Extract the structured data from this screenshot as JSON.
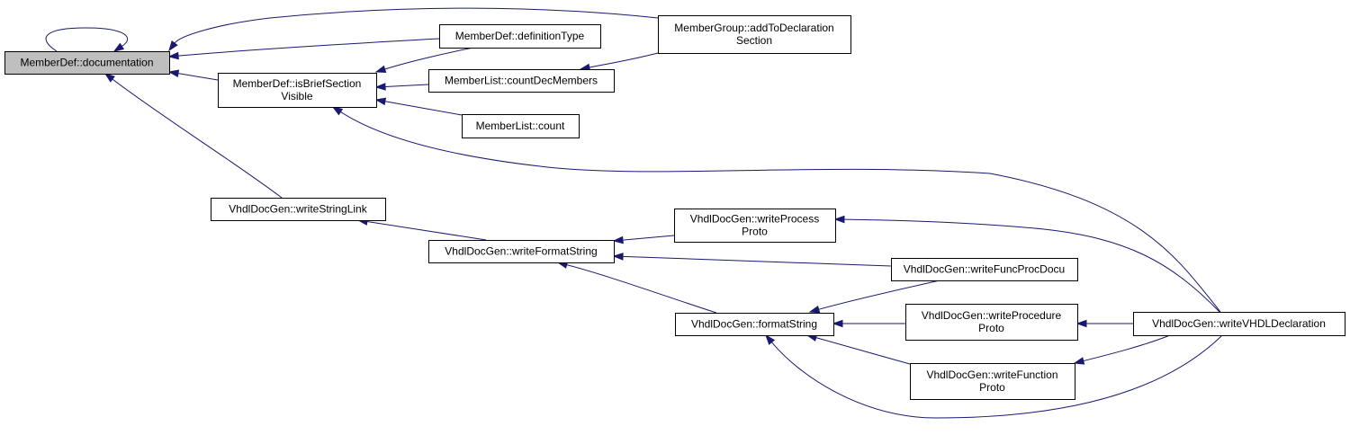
{
  "graph": {
    "colors": {
      "edge": "#191970",
      "highlight_fill": "#bfbfbf",
      "node_border": "#000000"
    },
    "nodes": {
      "documentation": [
        "MemberDef::documentation"
      ],
      "definitionType": [
        "MemberDef::definitionType"
      ],
      "addToDeclarationSection": [
        "MemberGroup::addToDeclaration",
        "Section"
      ],
      "isBriefSectionVisible": [
        "MemberDef::isBriefSection",
        "Visible"
      ],
      "countDecMembers": [
        "MemberList::countDecMembers"
      ],
      "count": [
        "MemberList::count"
      ],
      "writeStringLink": [
        "VhdlDocGen::writeStringLink"
      ],
      "writeFormatString": [
        "VhdlDocGen::writeFormatString"
      ],
      "writeProcessProto": [
        "VhdlDocGen::writeProcess",
        "Proto"
      ],
      "writeFuncProcDocu": [
        "VhdlDocGen::writeFuncProcDocu"
      ],
      "formatString": [
        "VhdlDocGen::formatString"
      ],
      "writeProcedureProto": [
        "VhdlDocGen::writeProcedure",
        "Proto"
      ],
      "writeFunctionProto": [
        "VhdlDocGen::writeFunction",
        "Proto"
      ],
      "writeVHDLDeclaration": [
        "VhdlDocGen::writeVHDLDeclaration"
      ]
    },
    "edges": [
      [
        "documentation",
        "documentation"
      ],
      [
        "addToDeclarationSection",
        "documentation"
      ],
      [
        "definitionType",
        "documentation"
      ],
      [
        "isBriefSectionVisible",
        "documentation"
      ],
      [
        "writeStringLink",
        "documentation"
      ],
      [
        "definitionType",
        "isBriefSectionVisible"
      ],
      [
        "countDecMembers",
        "isBriefSectionVisible"
      ],
      [
        "count",
        "isBriefSectionVisible"
      ],
      [
        "writeVHDLDeclaration",
        "isBriefSectionVisible"
      ],
      [
        "addToDeclarationSection",
        "countDecMembers"
      ],
      [
        "writeFormatString",
        "writeStringLink"
      ],
      [
        "writeProcessProto",
        "writeFormatString"
      ],
      [
        "writeFuncProcDocu",
        "writeFormatString"
      ],
      [
        "formatString",
        "writeFormatString"
      ],
      [
        "writeVHDLDeclaration",
        "writeProcessProto"
      ],
      [
        "writeFuncProcDocu",
        "formatString"
      ],
      [
        "writeProcedureProto",
        "formatString"
      ],
      [
        "writeFunctionProto",
        "formatString"
      ],
      [
        "writeVHDLDeclaration",
        "formatString"
      ],
      [
        "writeVHDLDeclaration",
        "writeProcedureProto"
      ],
      [
        "writeVHDLDeclaration",
        "writeFunctionProto"
      ]
    ]
  }
}
